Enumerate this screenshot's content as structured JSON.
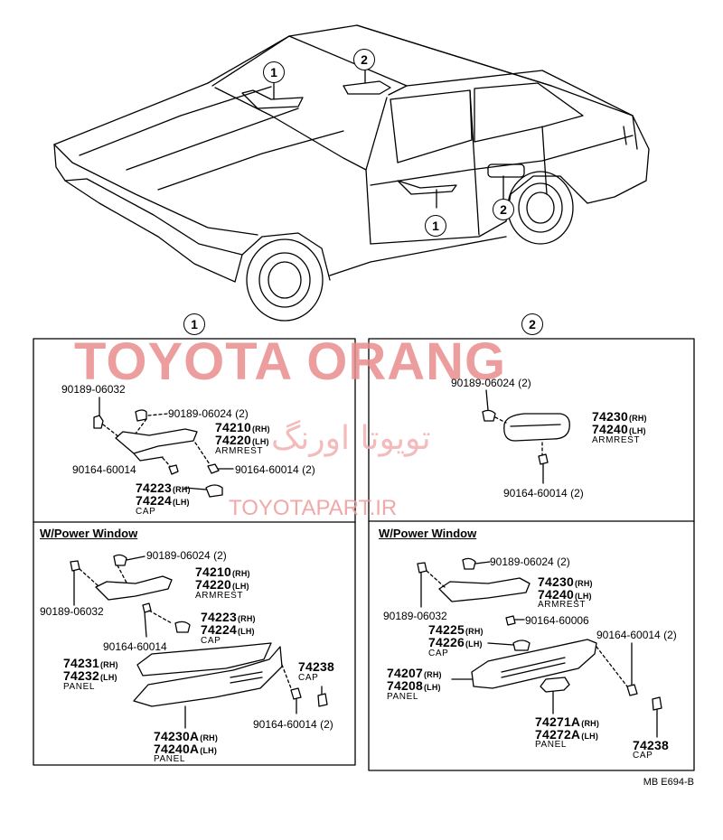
{
  "watermark": {
    "brand": "TOYOTA ORANG",
    "arabic": "تویوتا اورنگ",
    "url": "TOYOTAPART.IR"
  },
  "callouts": {
    "one": "1",
    "two": "2"
  },
  "panel1": {
    "top": {
      "clip_a": "90189-06032",
      "clip_b": "90189-06024 (2)",
      "armrest_rh": "74210",
      "armrest_rh_sfx": "(RH)",
      "armrest_lh": "74220",
      "armrest_lh_sfx": "(LH)",
      "armrest_name": "ARMREST",
      "screw_a": "90164-60014",
      "screw_b": "90164-60014 (2)",
      "cap_rh": "74223",
      "cap_rh_sfx": "(RH)",
      "cap_lh": "74224",
      "cap_lh_sfx": "(LH)",
      "cap_name": "CAP"
    },
    "bottom": {
      "heading": "W/Power Window",
      "clip_b": "90189-06024 (2)",
      "armrest_rh": "74210",
      "armrest_rh_sfx": "(RH)",
      "armrest_lh": "74220",
      "armrest_lh_sfx": "(LH)",
      "armrest_name": "ARMREST",
      "clip_a": "90189-06032",
      "cap_rh": "74223",
      "cap_rh_sfx": "(RH)",
      "cap_lh": "74224",
      "cap_lh_sfx": "(LH)",
      "cap_name": "CAP",
      "screw_a": "90164-60014",
      "panel_rh": "74231",
      "panel_rh_sfx": "(RH)",
      "panel_lh": "74232",
      "panel_lh_sfx": "(LH)",
      "panel_name": "PANEL",
      "cap2": "74238",
      "cap2_name": "CAP",
      "screw_b": "90164-60014 (2)",
      "panelA_rh": "74230A",
      "panelA_rh_sfx": "(RH)",
      "panelA_lh": "74240A",
      "panelA_lh_sfx": "(LH)",
      "panelA_name": "PANEL"
    }
  },
  "panel2": {
    "top": {
      "clip": "90189-06024 (2)",
      "armrest_rh": "74230",
      "armrest_rh_sfx": "(RH)",
      "armrest_lh": "74240",
      "armrest_lh_sfx": "(LH)",
      "armrest_name": "ARMREST",
      "screw": "90164-60014 (2)"
    },
    "bottom": {
      "heading": "W/Power Window",
      "clip_b": "90189-06024 (2)",
      "armrest_rh": "74230",
      "armrest_rh_sfx": "(RH)",
      "armrest_lh": "74240",
      "armrest_lh_sfx": "(LH)",
      "armrest_name": "ARMREST",
      "clip_a": "90189-06032",
      "screw_c": "90164-60006",
      "cap_rh": "74225",
      "cap_rh_sfx": "(RH)",
      "cap_lh": "74226",
      "cap_lh_sfx": "(LH)",
      "cap_name": "CAP",
      "screw_b": "90164-60014 (2)",
      "panel_rh": "74207",
      "panel_rh_sfx": "(RH)",
      "panel_lh": "74208",
      "panel_lh_sfx": "(LH)",
      "panel_name": "PANEL",
      "small_rh": "74271A",
      "small_rh_sfx": "(RH)",
      "small_lh": "74272A",
      "small_lh_sfx": "(LH)",
      "small_name": "PANEL",
      "cap2": "74238",
      "cap2_name": "CAP"
    }
  },
  "drawing_code": "MB E694-B"
}
